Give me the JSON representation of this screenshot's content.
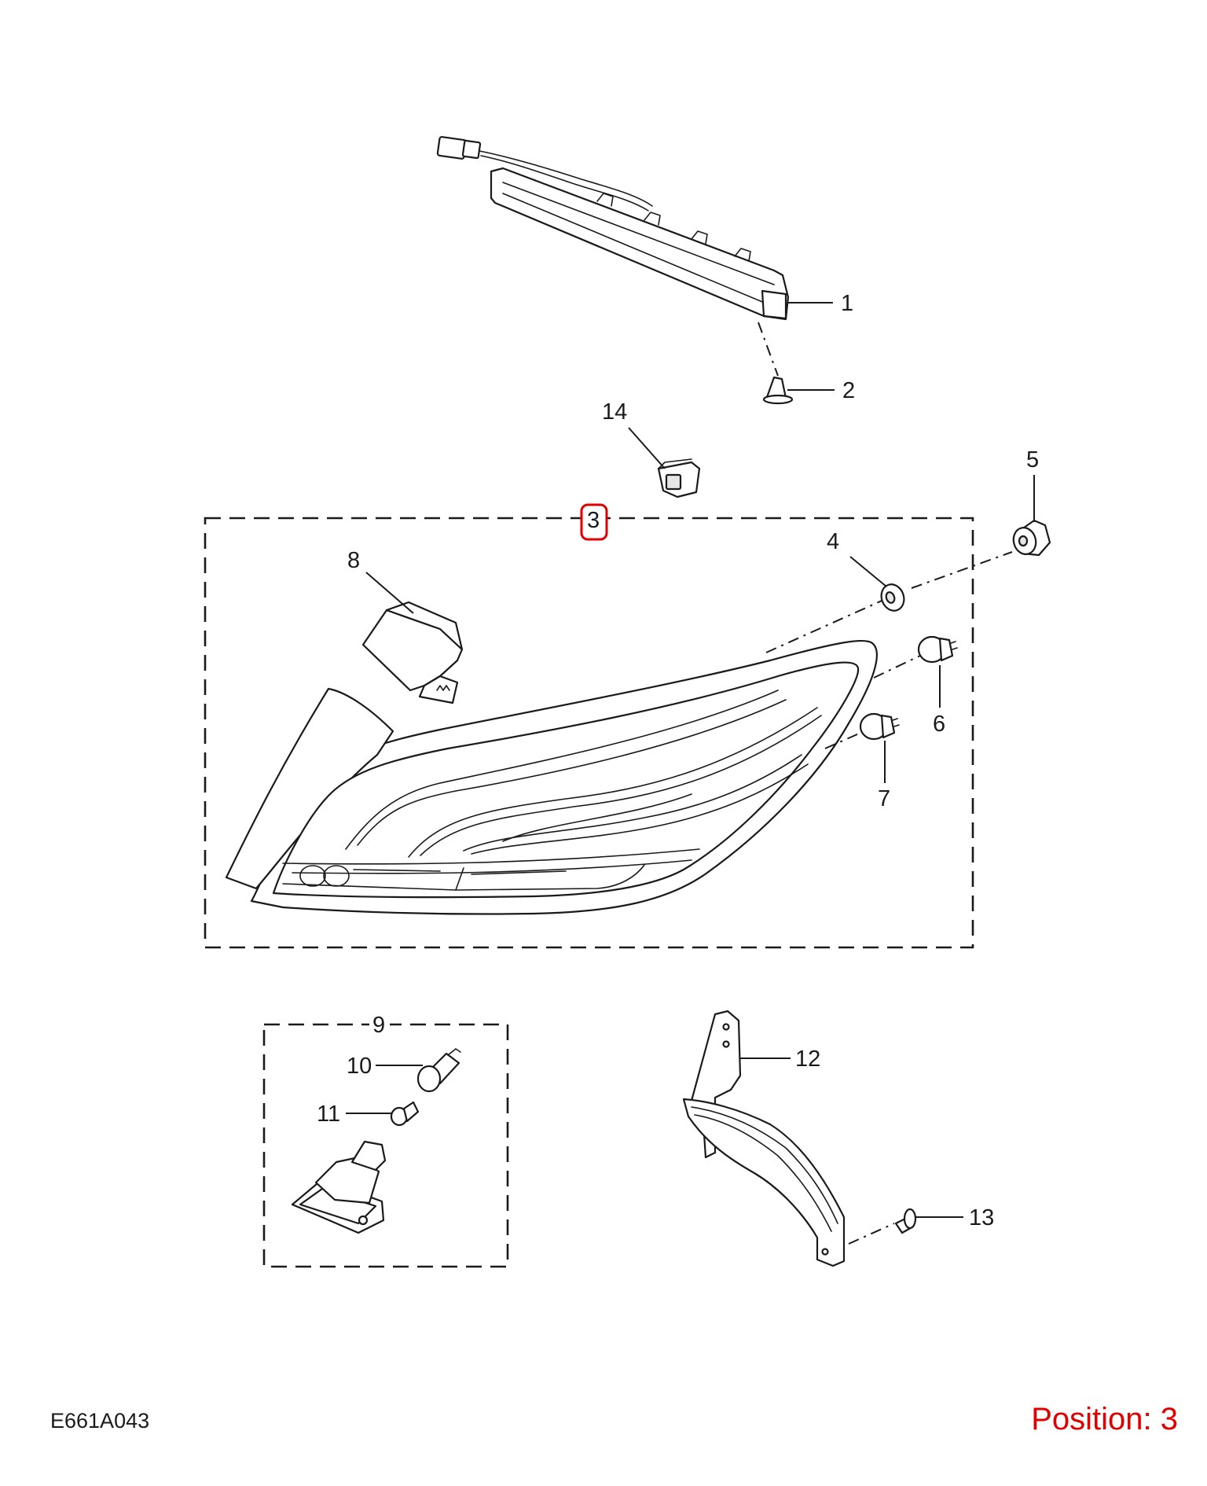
{
  "diagram_code": "E661A043",
  "position_label": "Position: 3",
  "highlight_color": "#e00000",
  "callouts": {
    "c1": "1",
    "c2": "2",
    "c3": "3",
    "c4": "4",
    "c5": "5",
    "c6": "6",
    "c7": "7",
    "c8": "8",
    "c9": "9",
    "c10": "10",
    "c11": "11",
    "c12": "12",
    "c13": "13",
    "c14": "14"
  }
}
